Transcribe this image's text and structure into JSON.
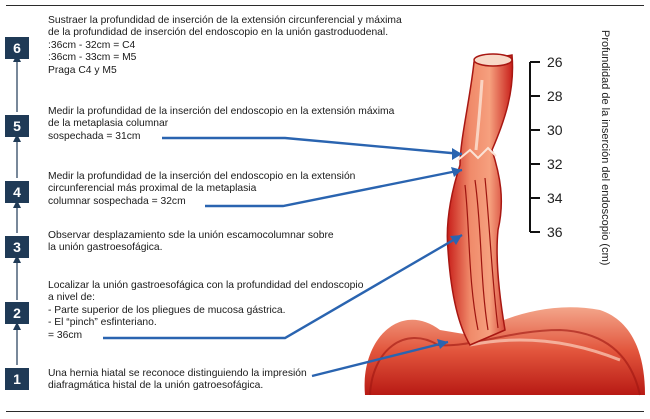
{
  "steps": [
    {
      "number": "6",
      "text": "Sustraer la profundidad de inserción de la extensión circunferencial y máxima\nde la profundidad de inserción del endoscopio en la unión gastroduodenal.\n:36cm - 32cm = C4\n:36cm - 33cm = M5\nPraga C4 y M5"
    },
    {
      "number": "5",
      "text": "Medir la profundidad de la inserción del endoscopio en la extensión máxima\nde la metaplasia columnar\nsospechada = 31cm"
    },
    {
      "number": "4",
      "text": "Medir la profundidad de la inserción del endoscopio en la extensión\ncircunferencial más proximal de la metaplasia\ncolumnar sospechada = 32cm"
    },
    {
      "number": "3",
      "text": "Observar desplazamiento sde la unión escamocolumnar sobre\nla unión gastroesofágica."
    },
    {
      "number": "2",
      "text": "Localizar la unión gastroesofágica con la profundidad del endoscopio\na nivel de:\n- Parte superior de los pliegues de mucosa gástrica.\n- El “pinch” esfinteriano.\n= 36cm"
    },
    {
      "number": "1",
      "text": "Una hernia hiatal se reconoce distinguiendo la impresión\ndiafragmática histal de la unión gatroesofágica."
    }
  ],
  "axis": {
    "title": "Profundidad de la inserción del endoscopio (cm)",
    "ticks": [
      "26",
      "28",
      "30",
      "32",
      "34",
      "36"
    ]
  },
  "colors": {
    "step_box": "#1f3a56",
    "arrow": "#2a64b0",
    "tissue_dark": "#c81f1a",
    "tissue_light": "#f08a6a"
  }
}
